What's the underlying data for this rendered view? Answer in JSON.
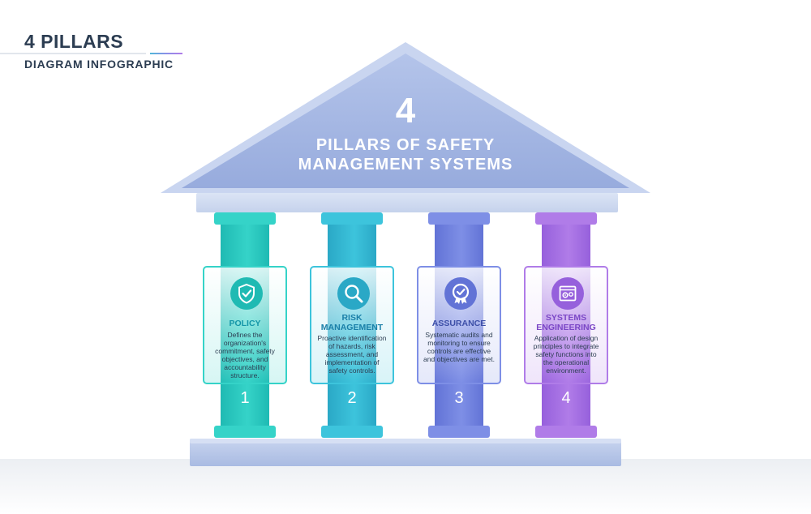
{
  "header": {
    "title": "4 PILLARS",
    "subtitle": "DIAGRAM INFOGRAPHIC"
  },
  "roof": {
    "number": "4",
    "line1": "PILLARS OF SAFETY",
    "line2": "MANAGEMENT SYSTEMS"
  },
  "pillars": [
    {
      "number": "1",
      "title": "POLICY",
      "description": "Defines the organization's commitment, safety objectives, and accountability structure.",
      "icon": "shield-check-icon",
      "colors": {
        "light": "#35d3c8",
        "dark": "#1fbab3",
        "text": "#1496a8"
      }
    },
    {
      "number": "2",
      "title": "RISK MANAGEMENT",
      "description": "Proactive identification of hazards, risk assessment, and implementation of safety controls.",
      "icon": "magnifier-icon",
      "colors": {
        "light": "#3dc4dc",
        "dark": "#2aa8c6",
        "text": "#1a7fa8"
      }
    },
    {
      "number": "3",
      "title": "ASSURANCE",
      "description": "Systematic audits and monitoring to ensure controls are effective and objectives are met.",
      "icon": "award-badge-icon",
      "colors": {
        "light": "#7e8fe6",
        "dark": "#6273d6",
        "text": "#3d4fa8"
      }
    },
    {
      "number": "4",
      "title": "SYSTEMS ENGINEERING",
      "description": "Application of design principles to integrate safety functions into the operational environment.",
      "icon": "browser-gears-icon",
      "colors": {
        "light": "#b07ce8",
        "dark": "#9660dc",
        "text": "#7b47c6"
      }
    }
  ],
  "colors": {
    "roof": "#a6b8e4",
    "roof_border": "#c3d0ef",
    "accent_bar": "#4fb8d8"
  }
}
